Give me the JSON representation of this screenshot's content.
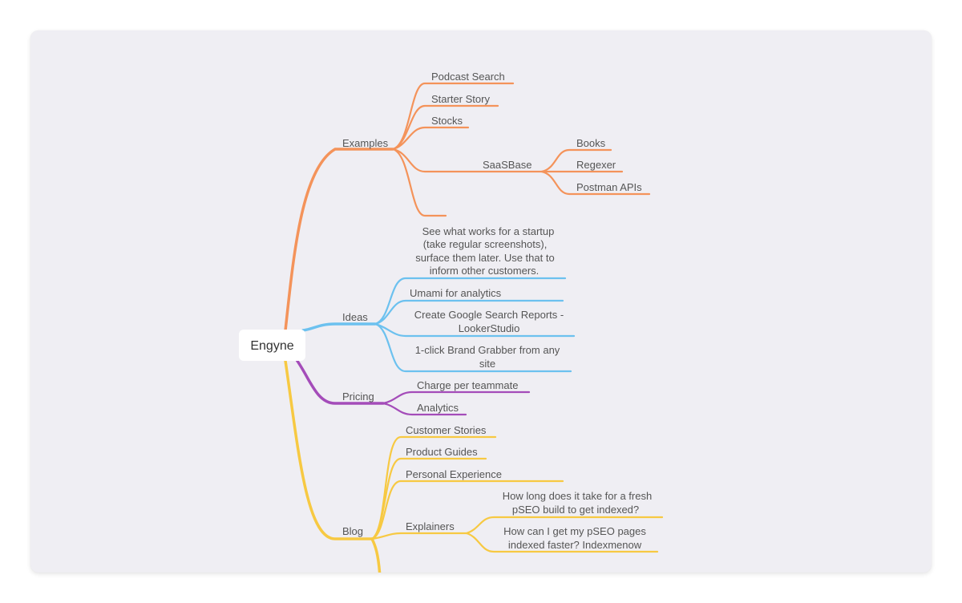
{
  "root": {
    "label": "Engyne"
  },
  "colors": {
    "examples": "#f4935a",
    "ideas": "#6cc1ef",
    "pricing": "#a44cb9",
    "blog": "#f7c942"
  },
  "branches": {
    "examples": {
      "label": "Examples",
      "items": {
        "podcast_search": "Podcast Search",
        "starter_story": "Starter Story",
        "stocks": "Stocks",
        "saasbase": "SaaSBase",
        "books": "Books",
        "regexer": "Regexer",
        "postman_apis": "Postman APIs"
      }
    },
    "ideas": {
      "label": "Ideas",
      "items": {
        "startup_line1": "See what works for a startup",
        "startup_line2": "(take regular screenshots),",
        "startup_line3": "surface them later. Use that to",
        "startup_line4": "inform other customers.",
        "umami": "Umami for analytics",
        "google_line1": "Create Google Search Reports -",
        "google_line2": "LookerStudio",
        "brand_line1": "1-click Brand Grabber from any",
        "brand_line2": "site"
      }
    },
    "pricing": {
      "label": "Pricing",
      "items": {
        "per_teammate": "Charge per teammate",
        "analytics": "Analytics"
      }
    },
    "blog": {
      "label": "Blog",
      "items": {
        "customer_stories": "Customer Stories",
        "product_guides": "Product Guides",
        "personal_experience": "Personal Experience",
        "explainers": "Explainers",
        "howlong_line1": "How long does it take for a fresh",
        "howlong_line2": "pSEO build to get indexed?",
        "howcan_line1": "How can I get my pSEO pages",
        "howcan_line2": "indexed faster? Indexmenow"
      }
    }
  }
}
